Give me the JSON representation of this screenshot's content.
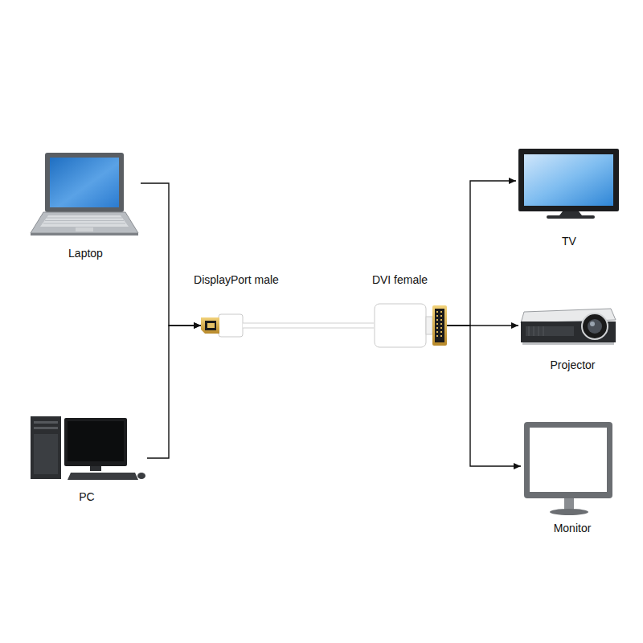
{
  "diagram": {
    "nodes": [
      {
        "text": [
          "Laptop"
        ]
      },
      {
        "text": [
          "PC"
        ]
      },
      {
        "text": [
          "DisplayPort male"
        ]
      },
      {
        "text": [
          "DVI female"
        ]
      },
      {
        "text": [
          "TV"
        ]
      },
      {
        "text": [
          "Projector"
        ]
      },
      {
        "text": [
          "Monitor"
        ]
      }
    ],
    "edges": [
      {
        "from": 0,
        "to": 2,
        "arrow": "to"
      },
      {
        "from": 1,
        "to": 2,
        "arrow": "to"
      },
      {
        "from": 2,
        "to": 3,
        "arrow": "none"
      },
      {
        "from": 3,
        "to": 4,
        "arrow": "to"
      },
      {
        "from": 3,
        "to": 5,
        "arrow": "to"
      },
      {
        "from": 3,
        "to": 6,
        "arrow": "to"
      }
    ]
  }
}
